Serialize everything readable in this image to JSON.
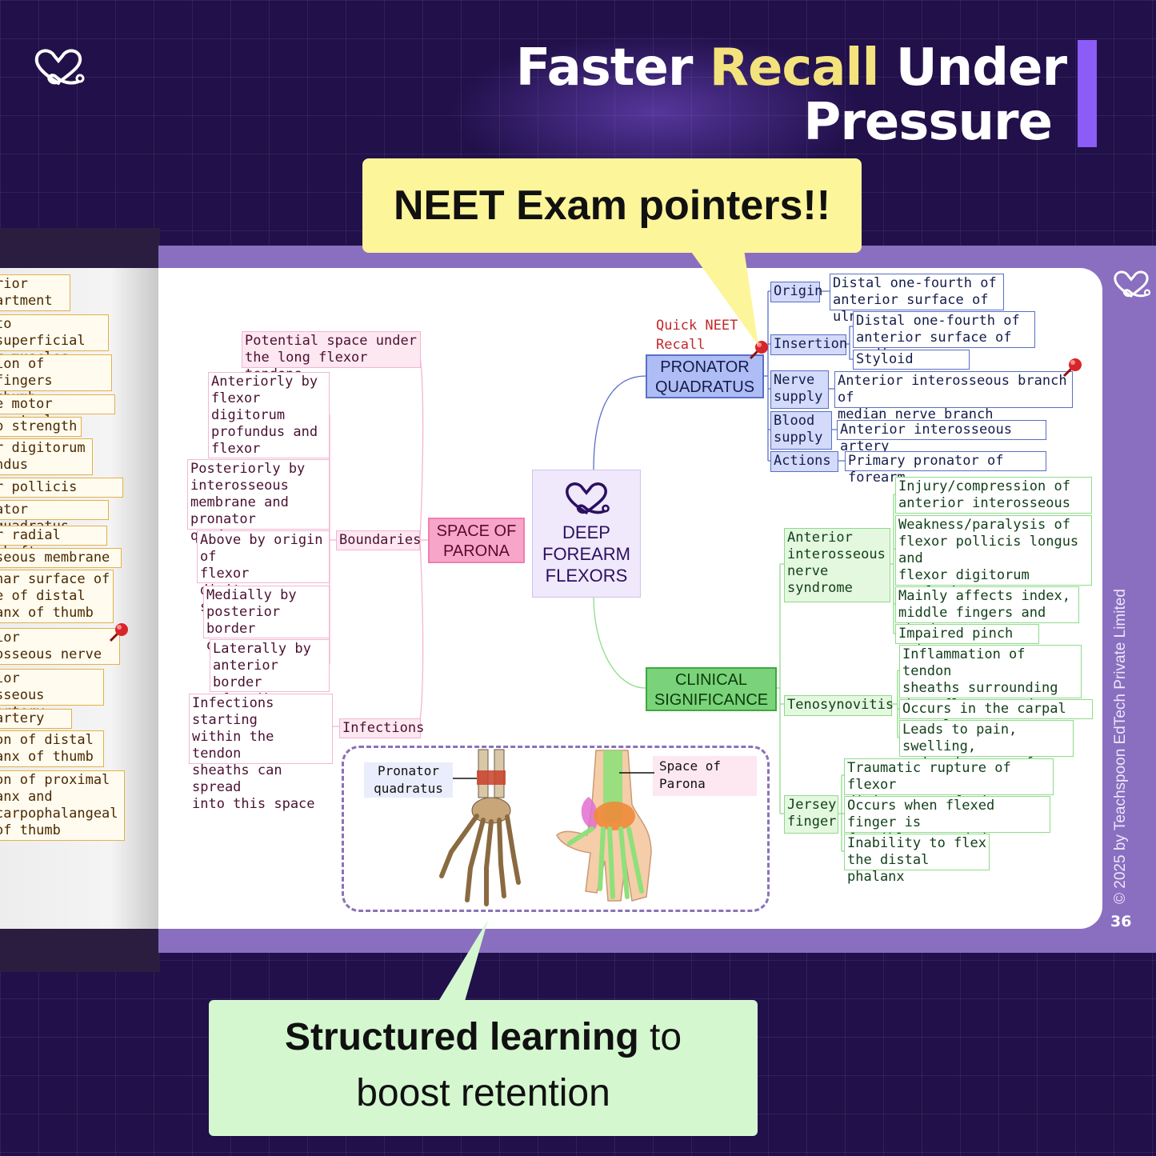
{
  "header": {
    "title_part1": "Faster ",
    "title_highlight": "Recall",
    "title_part2": " Under",
    "title_line2": "Pressure"
  },
  "callouts": {
    "neet": "NEET Exam pointers!!",
    "structured_bold": "Structured learning",
    "structured_rest": " to",
    "structured_line2": "boost retention"
  },
  "page": {
    "copyright": "© 2025 by Teachspoon EdTech Private Limited",
    "page_number": "36"
  },
  "mindmap": {
    "central": "DEEP\nFOREARM\nFLEXORS",
    "space_of_parona": {
      "title": "SPACE OF\nPARONA",
      "top_note": "Potential space under\nthe long flexor tendons",
      "boundaries_label": "Boundaries",
      "boundaries": [
        "Anteriorly by\nflexor digitorum\nprofundus and\nflexor pollicis\nlongus",
        "Posteriorly by\ninterosseous\nmembrane and\npronator quadratus",
        "Above by origin of\nflexor digitorum\nsuperficialis",
        "Medially by\nposterior border\nof ulna",
        "Laterally by\nanterior border\nof radius"
      ],
      "infections_label": "Infections",
      "infections": "Infections starting\nwithin the tendon\nsheaths can spread\ninto this space"
    },
    "pronator_quadratus": {
      "title": "PRONATOR\nQUADRATUS",
      "quick_recall": "Quick NEET\nRecall",
      "origin_label": "Origin",
      "origin": "Distal one-fourth of\nanterior surface of ulna",
      "insertion_label": "Insertion",
      "insertion": [
        "Distal one-fourth of\nanterior surface of radius",
        "Styloid process"
      ],
      "nerve_label": "Nerve\nsupply",
      "nerve": "Anterior interosseous branch of\nmedian nerve branch",
      "blood_label": "Blood\nsupply",
      "blood": "Anterior interosseous artery",
      "actions_label": "Actions",
      "actions": "Primary pronator of forearm"
    },
    "clinical": {
      "title": "CLINICAL\nSIGNIFICANCE",
      "ain_label": "Anterior\ninterosseous\nnerve\nsyndrome",
      "ain": [
        "Injury/compression of\nanterior interosseous nerve",
        "Weakness/paralysis of\nflexor pollicis longus and\nflexor digitorum profundus\ntendons",
        "Mainly affects index,\nmiddle fingers and thumb",
        "Impaired pinch grip"
      ],
      "teno_label": "Tenosynovitis",
      "teno": [
        "Inflammation of tendon\nsheaths surrounding\ndeep flexor tendons",
        "Occurs in the carpal tunnel",
        "Leads to pain, swelling,\nreduced range of motion"
      ],
      "jersey_label": "Jersey\nfinger",
      "jersey": [
        "Traumatic rupture of flexor\ndigitorum profundus tendon",
        "Occurs when flexed finger is\nforcibly extended",
        "Inability to flex\nthe distal phalanx"
      ]
    },
    "figure": {
      "label_pq": "Pronator\nquadratus",
      "label_sp": "Space of\nParona"
    }
  },
  "left_page": [
    "rior\nartment",
    " to superficial\nr muscles",
    "ion of fingers\n thumb",
    "e motor control",
    "p strength",
    "r digitorum\nndus",
    "r pollicis longus",
    "ator quadratus",
    "r radial shaft",
    "seous membrane",
    "nar surface of\ne of distal\nanx of thumb",
    "ior\nosseous nerve",
    "ior\nsseous artery",
    " artery",
    "on of distal\nanx of thumb",
    "on of proximal\nanx and\ncarpophalangeal\n of thumb"
  ],
  "colors": {
    "background": "#21104a",
    "accent": "#8b5cf6",
    "highlight_yellow": "#f4e27d",
    "callout_yellow": "#fdf59a",
    "callout_green": "#d4f7cf",
    "parona_pink": "#f7a5c8",
    "pq_blue": "#aebdf5",
    "clinical_green": "#7ad37a"
  },
  "icons": [
    "heart-stethoscope-logo-icon",
    "red-pushpin-icon"
  ]
}
